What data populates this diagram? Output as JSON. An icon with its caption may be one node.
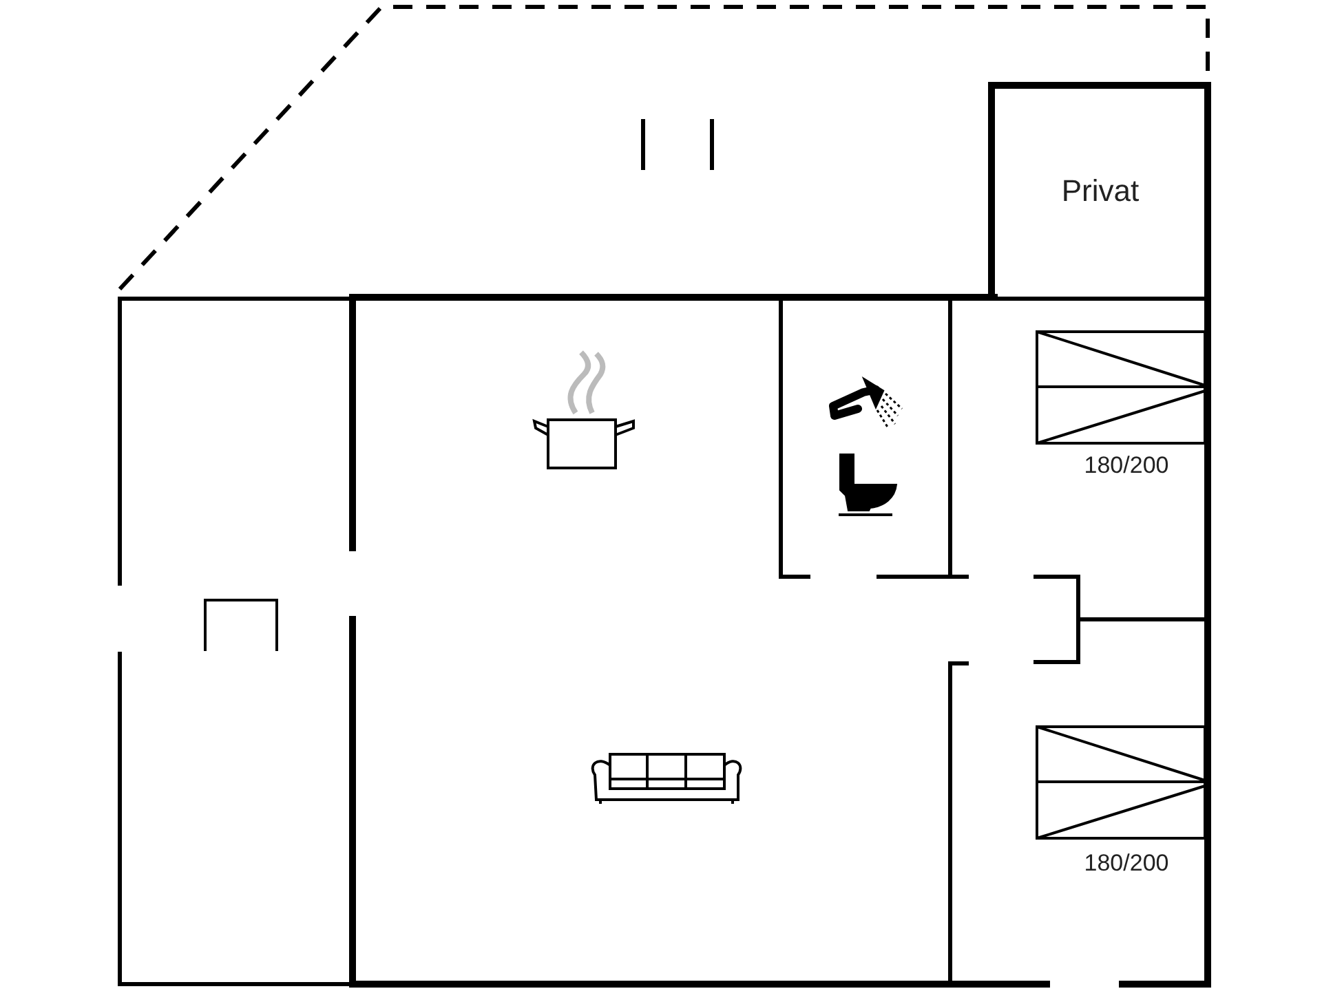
{
  "diagram": {
    "labels": [
      "Privat",
      "180/200",
      "180/200"
    ]
  }
}
